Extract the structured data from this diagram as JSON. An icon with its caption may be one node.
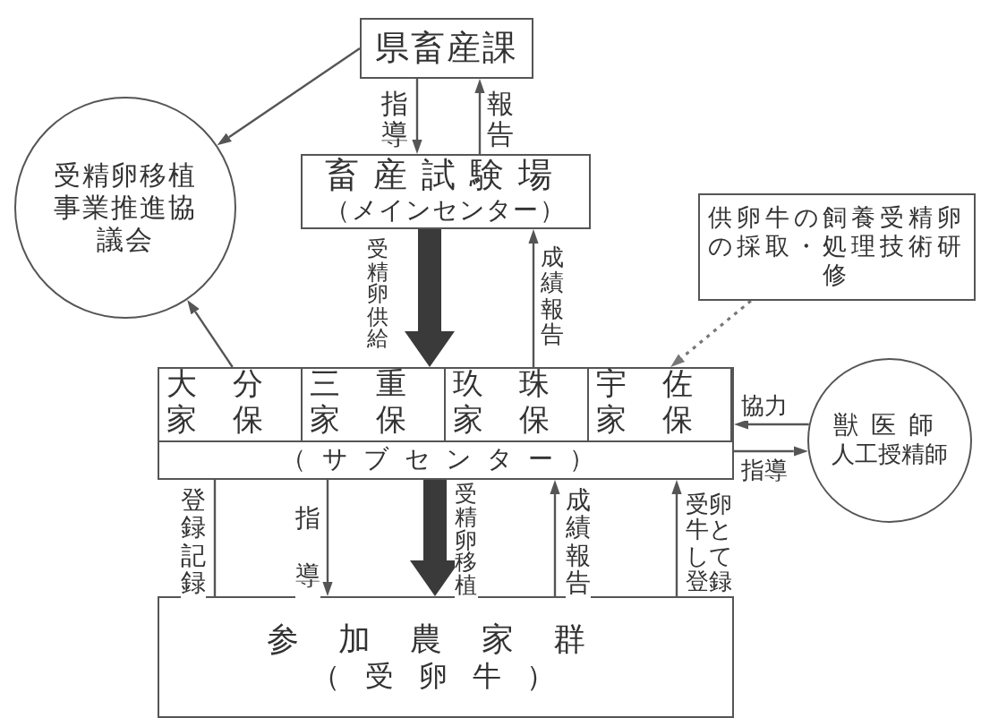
{
  "diagram": {
    "nodes": [
      {
        "text": [
          "県畜産課"
        ]
      },
      {
        "text": [
          "受精卵移植事業推進協議会"
        ]
      },
      {
        "text": [
          "畜産試験場",
          "（メインセンター）"
        ]
      },
      {
        "text": [
          "供卵牛の飼養受精卵の採取・処理技術研修"
        ]
      },
      {
        "text": [
          "（サブセンター）"
        ]
      },
      {
        "text": [
          "大分家保"
        ],
        "in": 4
      },
      {
        "text": [
          "三重家保"
        ],
        "in": 4
      },
      {
        "text": [
          "玖珠家保"
        ],
        "in": 4
      },
      {
        "text": [
          "宇佐家保"
        ],
        "in": 4
      },
      {
        "text": [
          "獣医師",
          "人工授精師"
        ]
      },
      {
        "text": [
          "参加農家群",
          "（受卵牛）"
        ]
      }
    ],
    "edges": [
      {
        "from": 0,
        "to": 1,
        "arrow": "to"
      },
      {
        "from": 0,
        "to": 2,
        "arrow": "to",
        "label": "指導"
      },
      {
        "from": 2,
        "to": 0,
        "arrow": "to",
        "label": "報告"
      },
      {
        "from": 2,
        "to": 4,
        "arrow": "to",
        "label": "受精卵供給",
        "style": "thick"
      },
      {
        "from": 4,
        "to": 2,
        "arrow": "to",
        "label": "成績報告"
      },
      {
        "from": 4,
        "to": 1,
        "arrow": "to"
      },
      {
        "from": 3,
        "to": 4,
        "arrow": "to",
        "style": "dashed"
      },
      {
        "from": 9,
        "to": 4,
        "arrow": "to",
        "label": "協力"
      },
      {
        "from": 4,
        "to": 9,
        "arrow": "to",
        "label": "指導"
      },
      {
        "from": 4,
        "to": 10,
        "arrow": "none",
        "label": "登録記録"
      },
      {
        "from": 4,
        "to": 10,
        "arrow": "to",
        "label": "指導"
      },
      {
        "from": 4,
        "to": 10,
        "arrow": "to",
        "label": "受精卵移植",
        "style": "thick"
      },
      {
        "from": 10,
        "to": 4,
        "arrow": "to",
        "label": "成績報告"
      },
      {
        "from": 10,
        "to": 4,
        "arrow": "to",
        "label": "受卵牛として登録"
      }
    ]
  }
}
